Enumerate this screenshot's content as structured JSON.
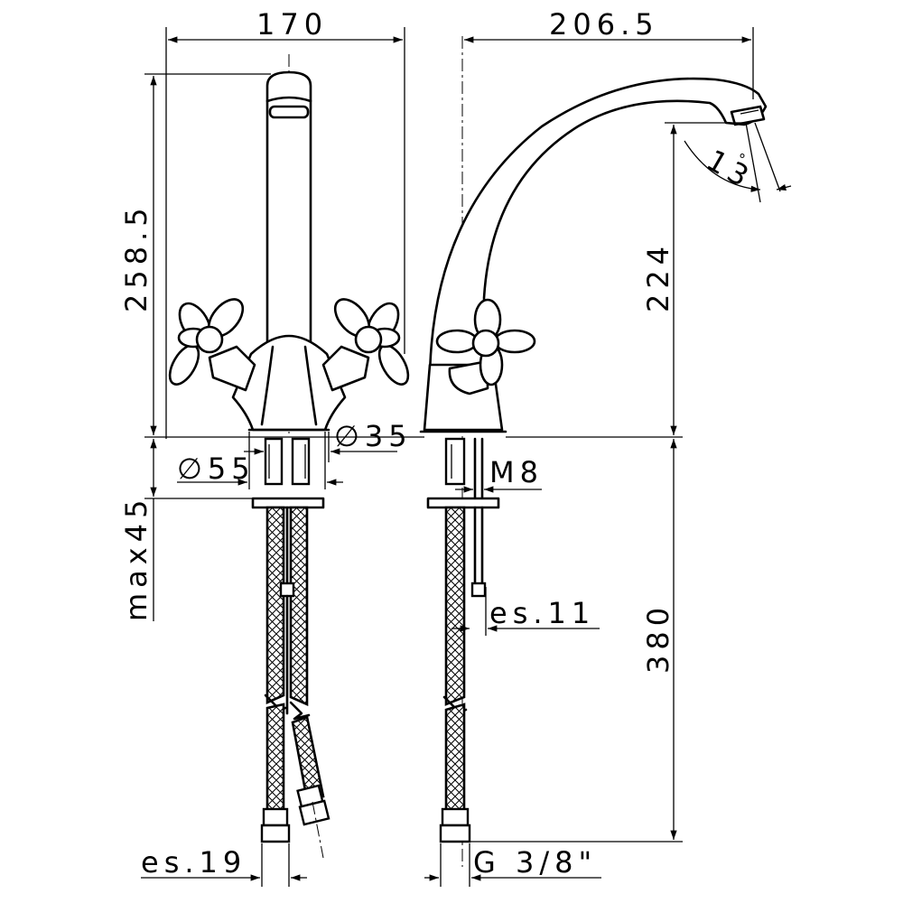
{
  "dimensions": {
    "front_width": "170",
    "side_width": "206.5",
    "total_height": "258.5",
    "spout_height": "224",
    "spout_angle": "13",
    "degree_symbol": "°",
    "mount_diameter": "∅35",
    "base_diameter": "∅55",
    "max_thickness": "max45",
    "stud_thread": "M8",
    "stud_wrench": "es.11",
    "hose_length": "380",
    "hose_wrench": "es.19",
    "hose_thread": "G 3/8\""
  }
}
